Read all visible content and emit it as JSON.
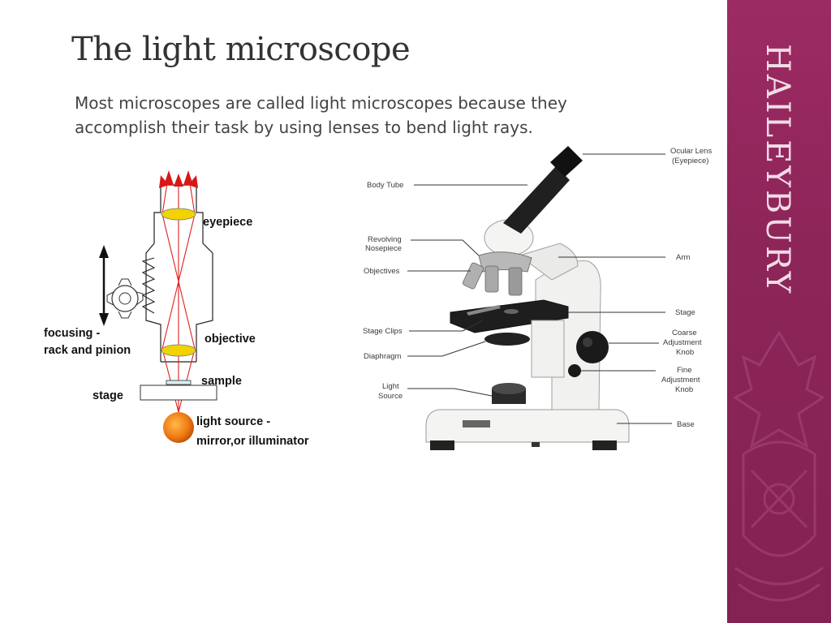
{
  "slide": {
    "title": "The light microscope",
    "body_lines": [
      "Most microscopes are called light microscopes because they",
      "accomplish their task by using lenses to bend light rays."
    ]
  },
  "brand": {
    "name": "HAILEYBURY",
    "bar_color": "#8d2558"
  },
  "ray_diagram": {
    "labels": {
      "eyepiece": "eyepiece",
      "objective": "objective",
      "sample": "sample",
      "stage": "stage",
      "focusing_line1": "focusing -",
      "focusing_line2": "rack and pinion",
      "light_line1": "light source -",
      "light_line2": "mirror,or illuminator"
    },
    "colors": {
      "ray": "#e02020",
      "lens": "#f2d200",
      "light": "#ef7a12"
    }
  },
  "microscope_photo": {
    "left_labels": {
      "body_tube": "Body Tube",
      "revolving_1": "Revolving",
      "revolving_2": "Nosepiece",
      "objectives": "Objectives",
      "stage_clips": "Stage Clips",
      "diaphragm": "Diaphragm",
      "light_1": "Light",
      "light_2": "Source"
    },
    "right_labels": {
      "ocular_1": "Ocular Lens",
      "ocular_2": "(Eyepiece)",
      "arm": "Arm",
      "stage": "Stage",
      "coarse_1": "Coarse",
      "coarse_2": "Adjustment",
      "coarse_3": "Knob",
      "fine_1": "Fine",
      "fine_2": "Adjustment",
      "fine_3": "Knob",
      "base": "Base"
    }
  }
}
